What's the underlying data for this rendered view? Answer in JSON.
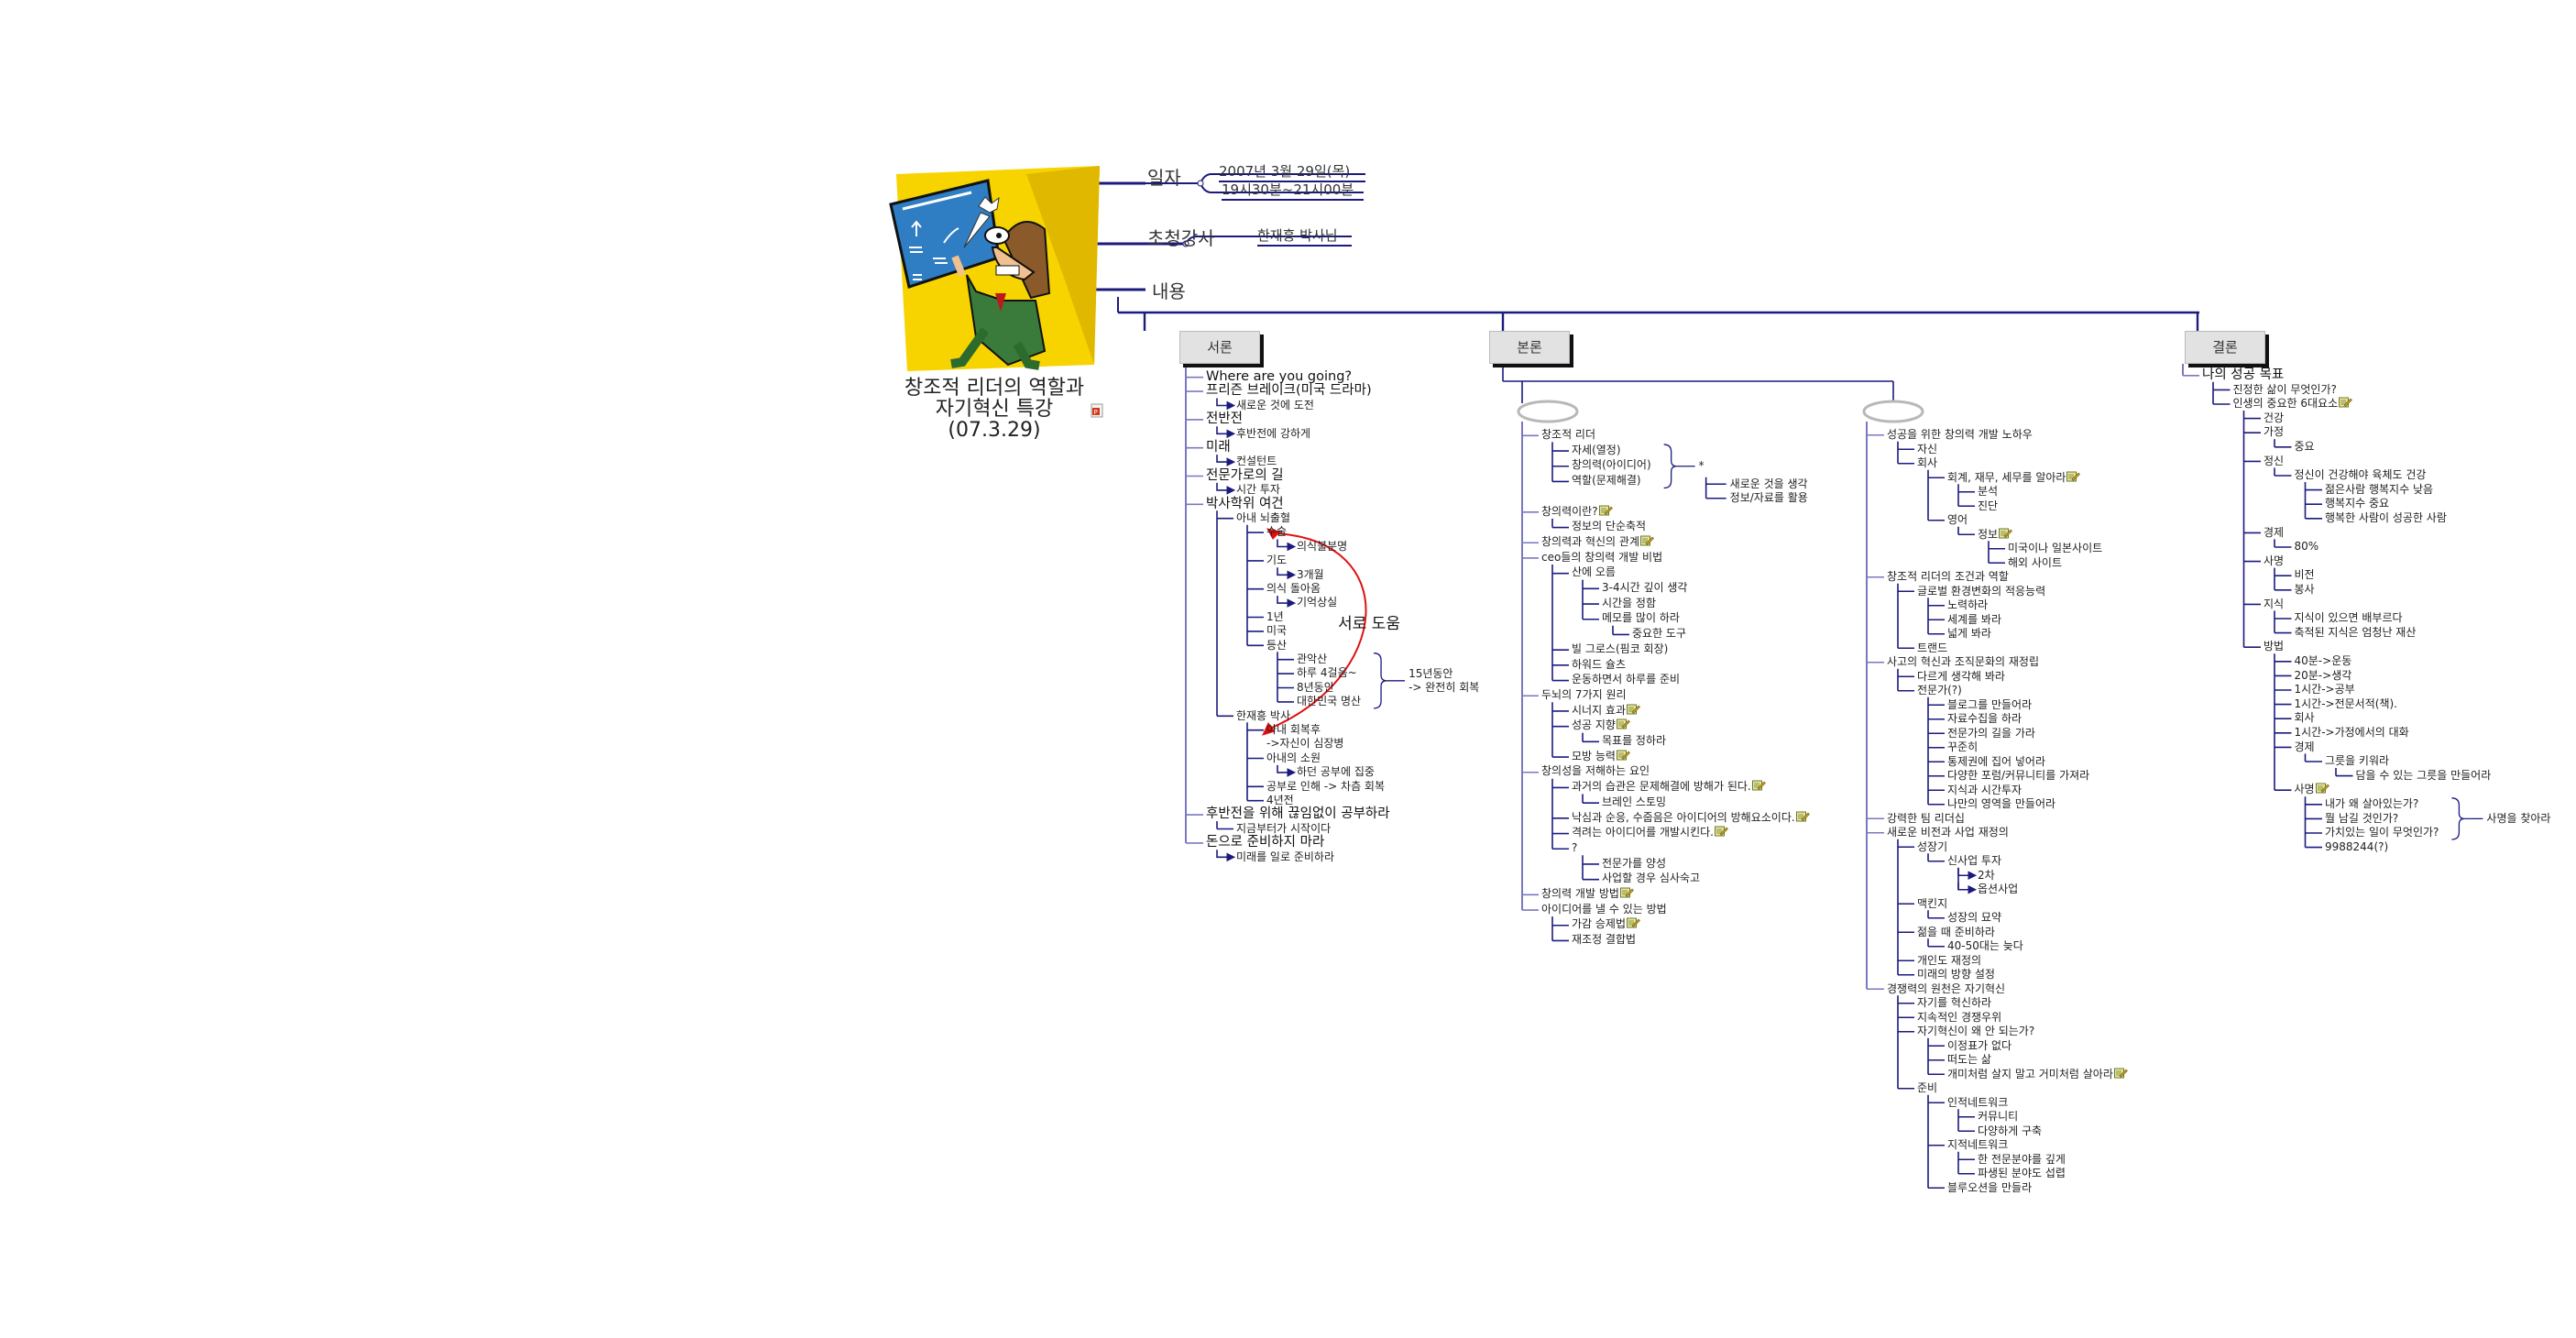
{
  "title": {
    "lines": [
      "창조적 리더의 역할과",
      "자기혁신 특강",
      "(07.3.29)"
    ],
    "attachment_icon": "powerpoint-file-icon"
  },
  "meta": {
    "date_label": "일자",
    "date_values": [
      "2007년 3월 29일(목)",
      "19시30분~21시00분"
    ],
    "speaker_label": "초청강사",
    "speaker_value": "한재흥 박사님",
    "content_label": "내용"
  },
  "colors": {
    "line": "#1b1b7e",
    "vertical": "#7a78c0",
    "relation": "#e01010",
    "header_bg": "#e2e2e2",
    "clipart_yellow": "#f7d400",
    "board_blue": "#2f7dc2",
    "suit_green": "#3a7a3a"
  },
  "relationship": {
    "label": "서로 도움"
  },
  "sections": [
    {
      "header": "서론",
      "nodes": [
        {
          "t": "Where are you going?",
          "big": true
        },
        {
          "t": "프리즌 브레이크(미국 드라마)",
          "big": true,
          "c": [
            {
              "t": "새로운 것에 도전",
              "arrow": true
            }
          ]
        },
        {
          "t": "전반전",
          "big": true,
          "c": [
            {
              "t": "후반전에 강하게",
              "arrow": true
            }
          ]
        },
        {
          "t": "미래",
          "big": true,
          "c": [
            {
              "t": "컨설턴트",
              "arrow": true
            }
          ]
        },
        {
          "t": "전문가로의 길",
          "big": true,
          "c": [
            {
              "t": "시간 투자",
              "arrow": true
            }
          ]
        },
        {
          "t": "박사학위 여건",
          "big": true,
          "c": [
            {
              "t": "아내 뇌출혈",
              "c": [
                {
                  "t": "수술",
                  "c": [
                    {
                      "t": "의식불분명",
                      "arrow": true
                    }
                  ]
                },
                {
                  "t": "기도",
                  "c": [
                    {
                      "t": "3개월",
                      "arrow": true
                    }
                  ]
                },
                {
                  "t": "의식 돌아옴",
                  "c": [
                    {
                      "t": "기억상실",
                      "arrow": true
                    }
                  ]
                },
                {
                  "t": "1년"
                },
                {
                  "t": "미국"
                },
                {
                  "t": "등산",
                  "brace": [
                    "15년동안",
                    "-> 완전히 회복"
                  ],
                  "c": [
                    {
                      "t": "관악산"
                    },
                    {
                      "t": "하루 4걸음~"
                    },
                    {
                      "t": "8년동안"
                    },
                    {
                      "t": "대한민국 명산"
                    }
                  ]
                }
              ]
            },
            {
              "t": "한재흥 박사",
              "c": [
                {
                  "t": "아내 회복후",
                  "t2": "->자신이 심장병"
                },
                {
                  "t": "아내의 소원",
                  "c": [
                    {
                      "t": "하던 공부에 집중",
                      "arrow": true
                    }
                  ]
                },
                {
                  "t": "공부로 인해 -> 차츰 회복"
                },
                {
                  "t": "4년전"
                }
              ]
            }
          ]
        },
        {
          "t": "후반전을 위해 끊임없이 공부하라",
          "big": true,
          "c": [
            {
              "t": "지금부터가 시작이다"
            }
          ]
        },
        {
          "t": "돈으로 준비하지 마라",
          "big": true,
          "c": [
            {
              "t": "미래를 일로 준비하라",
              "arrow": true
            }
          ]
        }
      ]
    },
    {
      "header": "본론",
      "groups": [
        {
          "nodes": [
            {
              "t": "창조적 리더",
              "c": [
                {
                  "t": "자세(열정)"
                },
                {
                  "t": "창의력(아이디어)"
                },
                {
                  "t": "역할(문제해결)"
                }
              ],
              "brace_on_children": "*",
              "annex": [
                "새로운 것을 생각",
                "정보/자료를 활용"
              ]
            },
            {
              "t": "창의력이란?",
              "note": true,
              "c": [
                {
                  "t": "정보의 단순축적"
                }
              ]
            },
            {
              "t": "창의력과 혁신의 관계",
              "note": true
            },
            {
              "t": "ceo들의 창의력 개발 비법",
              "c": [
                {
                  "t": "산에 오름",
                  "c": [
                    {
                      "t": "3-4시간 깊이 생각"
                    },
                    {
                      "t": "시간을 정함"
                    },
                    {
                      "t": "메모를 많이 하라",
                      "c": [
                        {
                          "t": "중요한 도구"
                        }
                      ]
                    }
                  ]
                },
                {
                  "t": "빌 그로스(핌코 회장)"
                },
                {
                  "t": "하워드 슐츠"
                },
                {
                  "t": "운동하면서 하루를 준비"
                }
              ]
            },
            {
              "t": "두뇌의 7가지 원리",
              "c": [
                {
                  "t": "시너지 효과",
                  "note": true
                },
                {
                  "t": "성공 지향",
                  "note": true,
                  "c": [
                    {
                      "t": "목표를 정하라"
                    }
                  ]
                },
                {
                  "t": "모방 능력",
                  "note": true
                }
              ]
            },
            {
              "t": "창의성을 저해하는 요인",
              "c": [
                {
                  "t": "과거의 습관은 문제해결에 방해가 된다.",
                  "note": true,
                  "c": [
                    {
                      "t": "브레인 스토밍"
                    }
                  ]
                },
                {
                  "t": "낙심과 순응, 수줍음은 아이디어의 방해요소이다.",
                  "note": true
                },
                {
                  "t": "격려는 아이디어를 개발시킨다.",
                  "note": true
                },
                {
                  "t": "?",
                  "c": [
                    {
                      "t": "전문가를 양성"
                    },
                    {
                      "t": "사업할 경우 심사숙고"
                    }
                  ]
                }
              ]
            },
            {
              "t": "창의력 개발 방법",
              "note": true
            },
            {
              "t": "아이디어를 낼 수 있는 방법",
              "c": [
                {
                  "t": "가감 승제법",
                  "note": true
                },
                {
                  "t": "재조정 결합법"
                }
              ]
            }
          ]
        },
        {
          "nodes": [
            {
              "t": "성공을 위한 창의력 개발 노하우",
              "c": [
                {
                  "t": "자신"
                },
                {
                  "t": "회사",
                  "c": [
                    {
                      "t": "회계, 재무, 세무를 알아라",
                      "note": true,
                      "c": [
                        {
                          "t": "분석"
                        },
                        {
                          "t": "진단"
                        }
                      ]
                    },
                    {
                      "t": "영어",
                      "c": [
                        {
                          "t": "정보",
                          "note": true,
                          "c": [
                            {
                              "t": "미국이나 일본사이트"
                            },
                            {
                              "t": "해외 사이트"
                            }
                          ]
                        }
                      ]
                    }
                  ]
                }
              ]
            },
            {
              "t": "창조적 리더의 조건과 역할",
              "c": [
                {
                  "t": "글로벌 환경변화의 적응능력",
                  "c": [
                    {
                      "t": "노력하라"
                    },
                    {
                      "t": "세계를 봐라"
                    },
                    {
                      "t": "넓게 봐라"
                    }
                  ]
                },
                {
                  "t": "트랜드"
                }
              ]
            },
            {
              "t": "사고의 혁신과 조직문화의 재정립",
              "c": [
                {
                  "t": "다르게 생각해 봐라"
                },
                {
                  "t": "전문가(?)",
                  "c": [
                    {
                      "t": "블로그를 만들어라"
                    },
                    {
                      "t": "자료수집을 하라"
                    },
                    {
                      "t": "전문가의 길을 가라"
                    },
                    {
                      "t": "꾸준히"
                    },
                    {
                      "t": "통제권에 집어 넣어라"
                    },
                    {
                      "t": "다양한 포럼/커뮤니티를 가져라"
                    },
                    {
                      "t": "지식과 시간투자"
                    },
                    {
                      "t": "나만의 영역을 만들어라"
                    }
                  ]
                }
              ]
            },
            {
              "t": "강력한 팀 리더십"
            },
            {
              "t": "새로운 비전과 사업 재정의",
              "c": [
                {
                  "t": "성장기",
                  "c": [
                    {
                      "t": "신사업 투자",
                      "c": [
                        {
                          "t": "2차",
                          "arrow": true
                        },
                        {
                          "t": "옵션사업",
                          "arrow": true
                        }
                      ]
                    }
                  ]
                },
                {
                  "t": "맥킨지",
                  "c": [
                    {
                      "t": "성장의 묘약"
                    }
                  ]
                },
                {
                  "t": "젊을 때 준비하라",
                  "c": [
                    {
                      "t": "40-50대는 늦다"
                    }
                  ]
                },
                {
                  "t": "개인도 재정의"
                },
                {
                  "t": "미래의 방향 설정"
                }
              ]
            },
            {
              "t": "경쟁력의 원천은 자기혁신",
              "c": [
                {
                  "t": "자기를 혁신하라"
                },
                {
                  "t": "지속적인 경쟁우위"
                },
                {
                  "t": "자기혁신이 왜 안 되는가?",
                  "c": [
                    {
                      "t": "이정표가 없다"
                    },
                    {
                      "t": "떠도는 삶"
                    },
                    {
                      "t": "개미처럼 살지 말고 거미처럼 살아라",
                      "note": true
                    }
                  ]
                },
                {
                  "t": "준비",
                  "c": [
                    {
                      "t": "인적네트워크",
                      "c": [
                        {
                          "t": "커뮤니티"
                        },
                        {
                          "t": "다양하게 구축"
                        }
                      ]
                    },
                    {
                      "t": "지적네트워크",
                      "c": [
                        {
                          "t": "한 전문분야를 깊게"
                        },
                        {
                          "t": "파생된 분야도 섭렵"
                        }
                      ]
                    },
                    {
                      "t": "블루오션을 만들라"
                    }
                  ]
                }
              ]
            }
          ]
        }
      ]
    },
    {
      "header": "결론",
      "nodes": [
        {
          "t": "나의 성공 목표",
          "big": true,
          "c": [
            {
              "t": "진정한 삶이 무엇인가?"
            },
            {
              "t": "인생의 중요한 6대요소",
              "note": true,
              "c": [
                {
                  "t": "건강"
                },
                {
                  "t": "가정",
                  "c": [
                    {
                      "t": "중요"
                    }
                  ]
                },
                {
                  "t": "정신",
                  "c": [
                    {
                      "t": "정신이 건강해야 육체도 건강",
                      "c": [
                        {
                          "t": "젊은사람 행복지수 낮음"
                        },
                        {
                          "t": "행복지수 중요"
                        },
                        {
                          "t": "행복한 사람이 성공한 사람"
                        }
                      ]
                    }
                  ]
                },
                {
                  "t": "경제",
                  "c": [
                    {
                      "t": "80%"
                    }
                  ]
                },
                {
                  "t": "사명",
                  "c": [
                    {
                      "t": "비전"
                    },
                    {
                      "t": "봉사"
                    }
                  ]
                },
                {
                  "t": "지식",
                  "c": [
                    {
                      "t": "지식이 있으면 배부르다"
                    },
                    {
                      "t": "축적된 지식은 엄청난 재산"
                    }
                  ]
                },
                {
                  "t": "방법",
                  "c": [
                    {
                      "t": "40분->운동"
                    },
                    {
                      "t": "20분->생각"
                    },
                    {
                      "t": "1시간->공부"
                    },
                    {
                      "t": "1시간->전문서적(책)."
                    },
                    {
                      "t": "회사"
                    },
                    {
                      "t": "1시간->가정에서의 대화"
                    },
                    {
                      "t": "경제",
                      "c": [
                        {
                          "t": "그릇을 키워라",
                          "c": [
                            {
                              "t": "담을 수 있는 그릇을 만들어라"
                            }
                          ]
                        }
                      ]
                    },
                    {
                      "t": "사명",
                      "note": true,
                      "brace_children_count": 3,
                      "brace": [
                        "사명을 찾아라"
                      ],
                      "c": [
                        {
                          "t": "내가 왜 살아있는가?"
                        },
                        {
                          "t": "뭘 남길 것인가?"
                        },
                        {
                          "t": "가치있는 일이 무엇인가?"
                        },
                        {
                          "t": "9988244(?)"
                        }
                      ]
                    }
                  ]
                }
              ]
            }
          ]
        }
      ]
    }
  ]
}
